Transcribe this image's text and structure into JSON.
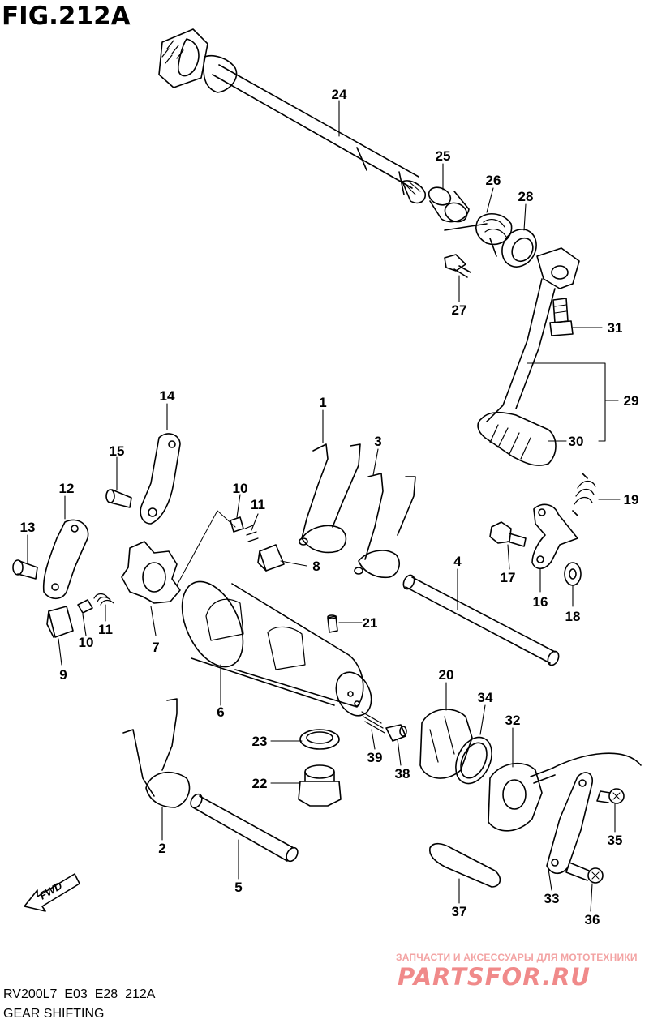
{
  "figure": {
    "title": "FIG.212A",
    "code": "RV200L7_E03_E28_212A",
    "caption": "GEAR SHIFTING"
  },
  "watermark": {
    "line1": "ЗАПЧАСТИ И АКСЕССУАРЫ ДЛЯ МОТОТЕХНИКИ",
    "line2": "PARTSFOR.RU"
  },
  "fwd_label": "FWD",
  "callouts": [
    "1",
    "2",
    "3",
    "4",
    "5",
    "6",
    "7",
    "8",
    "9",
    "10",
    "10",
    "11",
    "11",
    "12",
    "13",
    "14",
    "15",
    "16",
    "17",
    "18",
    "19",
    "20",
    "21",
    "22",
    "23",
    "24",
    "25",
    "26",
    "27",
    "28",
    "29",
    "30",
    "31",
    "32",
    "33",
    "34",
    "35",
    "36",
    "37",
    "38",
    "39"
  ],
  "colors": {
    "line": "#000000",
    "watermark": "#f08a8a"
  }
}
